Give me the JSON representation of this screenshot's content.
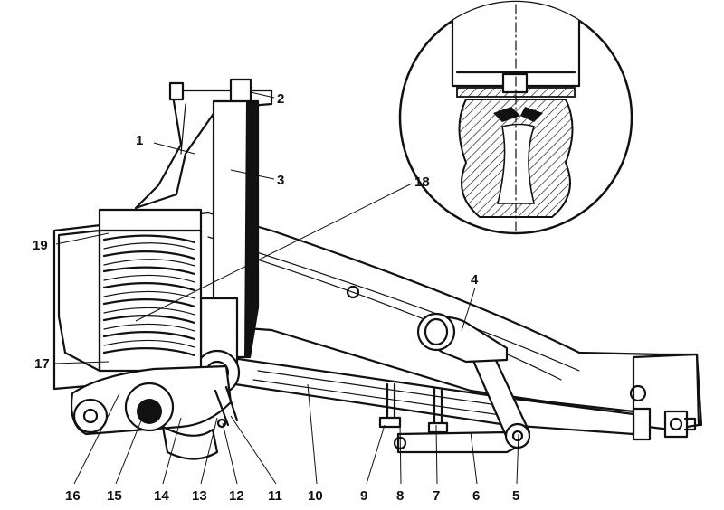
{
  "diagram": {
    "callouts": [
      "1",
      "2",
      "3",
      "4",
      "5",
      "6",
      "7",
      "8",
      "9",
      "10",
      "11",
      "12",
      "13",
      "14",
      "15",
      "16",
      "17",
      "18",
      "19"
    ]
  },
  "colors": {
    "ink": "#111111",
    "paper": "#ffffff"
  }
}
